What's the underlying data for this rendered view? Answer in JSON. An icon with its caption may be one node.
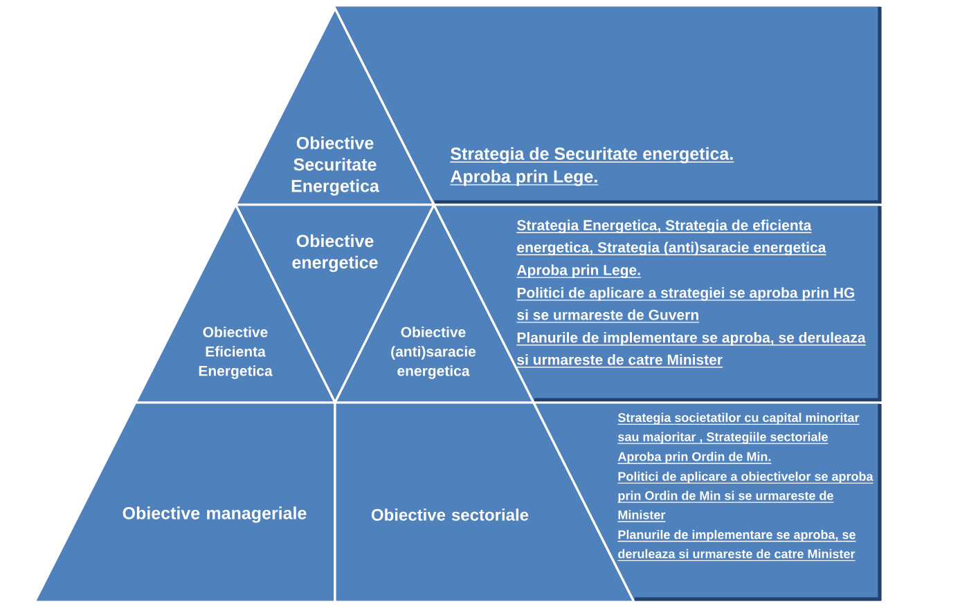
{
  "diagram": {
    "nodes": [
      {
        "text": [
          "Obiective Securitate Energetica"
        ]
      },
      {
        "text": [
          "Strategia de Securitate energetica.",
          "Aproba prin Lege."
        ]
      },
      {
        "text": [
          "Obiective energetice"
        ]
      },
      {
        "text": [
          "Obiective Eficienta Energetica"
        ]
      },
      {
        "text": [
          "Obiective (anti)saracie energetica"
        ]
      },
      {
        "text": [
          "Strategia Energetica, Strategia de eficienta energetica, Strategia (anti)saracie energetica",
          "Aproba prin Lege.",
          "Politici de aplicare a strategiei se aproba prin HG si se urmareste de Guvern",
          "Planurile de implementare se aproba, se deruleaza si urmareste de catre Minister"
        ]
      },
      {
        "text": [
          "Obiective manageriale"
        ]
      },
      {
        "text": [
          "Obiective sectoriale"
        ]
      },
      {
        "text": [
          "Strategia societatilor cu capital minoritar sau majoritar , Strategiile sectoriale",
          "Aproba prin Ordin de Min.",
          "Politici de aplicare a obiectivelor se aproba prin Ordin de Min si se urmareste de Minister",
          "Planurile de implementare se aproba, se deruleaza si urmareste de catre Minister"
        ]
      }
    ]
  }
}
